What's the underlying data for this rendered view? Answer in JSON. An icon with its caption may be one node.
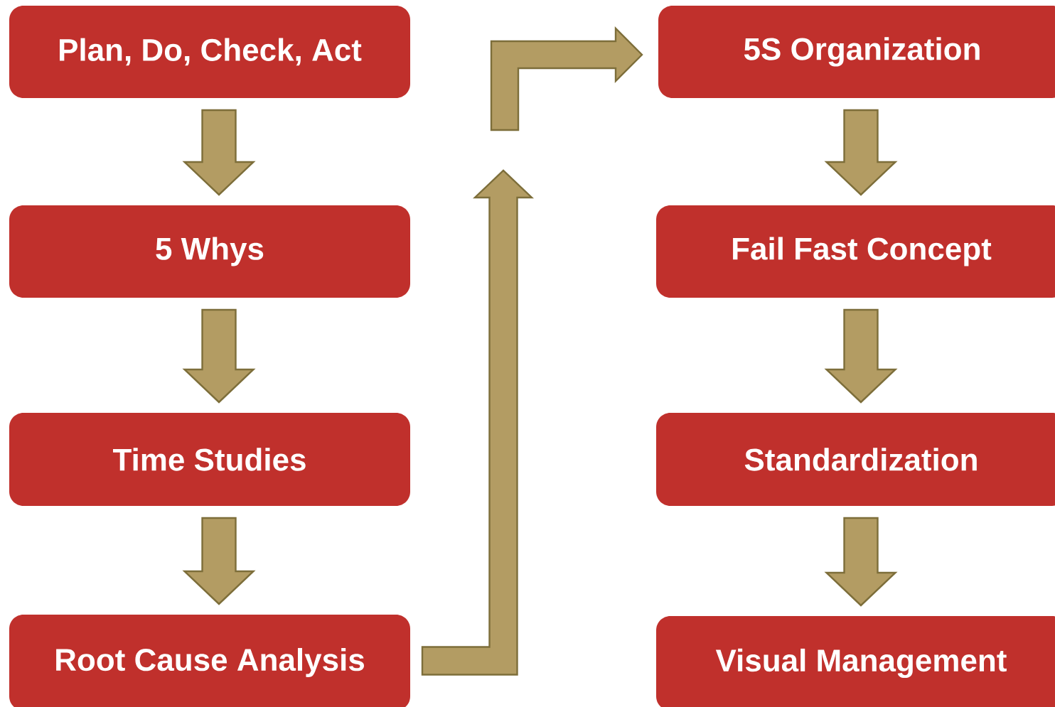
{
  "diagram": {
    "nodes": [
      {
        "text": [
          "Plan, Do, Check, Act"
        ]
      },
      {
        "text": [
          "5 Whys"
        ]
      },
      {
        "text": [
          "Time Studies"
        ]
      },
      {
        "text": [
          "Root Cause Analysis"
        ]
      },
      {
        "text": [
          "5S Organization"
        ]
      },
      {
        "text": [
          "Fail Fast Concept"
        ]
      },
      {
        "text": [
          "Standardization"
        ]
      },
      {
        "text": [
          "Visual Management"
        ]
      }
    ],
    "edges": [
      {
        "from": 0,
        "to": 1,
        "arrow": "to"
      },
      {
        "from": 1,
        "to": 2,
        "arrow": "to"
      },
      {
        "from": 2,
        "to": 3,
        "arrow": "to"
      },
      {
        "from": 3,
        "to": null,
        "arrow": "to"
      },
      {
        "from": null,
        "to": 4,
        "arrow": "to"
      },
      {
        "from": 4,
        "to": 5,
        "arrow": "to"
      },
      {
        "from": 5,
        "to": 6,
        "arrow": "to"
      },
      {
        "from": 6,
        "to": 7,
        "arrow": "to"
      }
    ]
  }
}
